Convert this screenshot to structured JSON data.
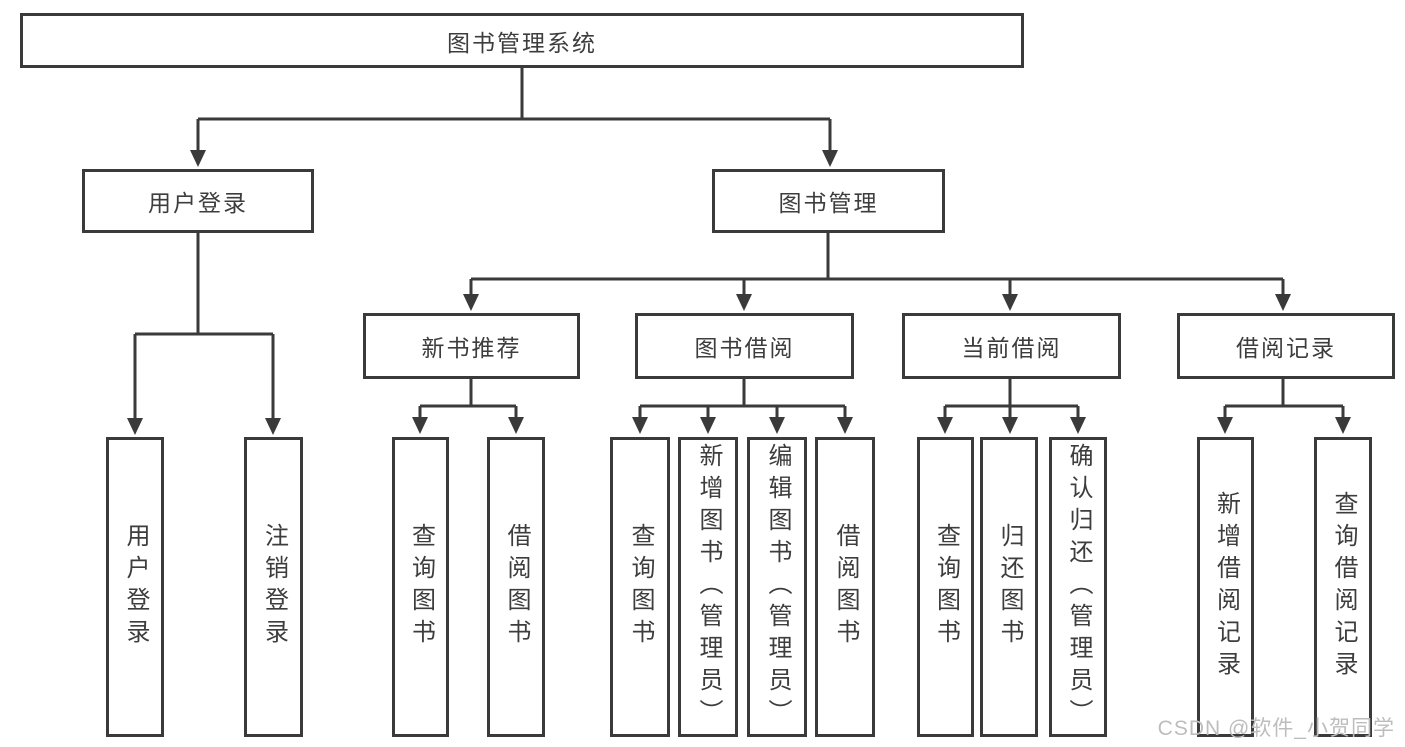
{
  "colors": {
    "line": "#3a3a3a",
    "text": "#3d3d3d",
    "box_background": "#ffffff",
    "watermark": "#bdbdbd"
  },
  "diagram": {
    "root": {
      "label": "图书管理系统"
    },
    "level2": [
      {
        "id": "user-login",
        "label": "用户登录"
      },
      {
        "id": "book-management",
        "label": "图书管理"
      }
    ],
    "level3": [
      {
        "id": "new-book-recommend",
        "label": "新书推荐",
        "parent": "图书管理"
      },
      {
        "id": "book-borrow",
        "label": "图书借阅",
        "parent": "图书管理"
      },
      {
        "id": "current-borrow",
        "label": "当前借阅",
        "parent": "图书管理"
      },
      {
        "id": "borrow-record",
        "label": "借阅记录",
        "parent": "图书管理"
      }
    ],
    "leaves": [
      {
        "label": "用户登录",
        "parent": "用户登录"
      },
      {
        "label": "注销登录",
        "parent": "用户登录"
      },
      {
        "label": "查询图书",
        "parent": "新书推荐"
      },
      {
        "label": "借阅图书",
        "parent": "新书推荐"
      },
      {
        "label": "查询图书",
        "parent": "图书借阅"
      },
      {
        "label": "新增图书（管理员）",
        "parent": "图书借阅"
      },
      {
        "label": "编辑图书（管理员）",
        "parent": "图书借阅"
      },
      {
        "label": "借阅图书",
        "parent": "图书借阅"
      },
      {
        "label": "查询图书",
        "parent": "当前借阅"
      },
      {
        "label": "归还图书",
        "parent": "当前借阅"
      },
      {
        "label": "确认归还（管理员）",
        "parent": "当前借阅"
      },
      {
        "label": "新增借阅记录",
        "parent": "借阅记录"
      },
      {
        "label": "查询借阅记录",
        "parent": "借阅记录"
      }
    ]
  },
  "watermark": {
    "text": "CSDN @软件_小贺同学"
  }
}
